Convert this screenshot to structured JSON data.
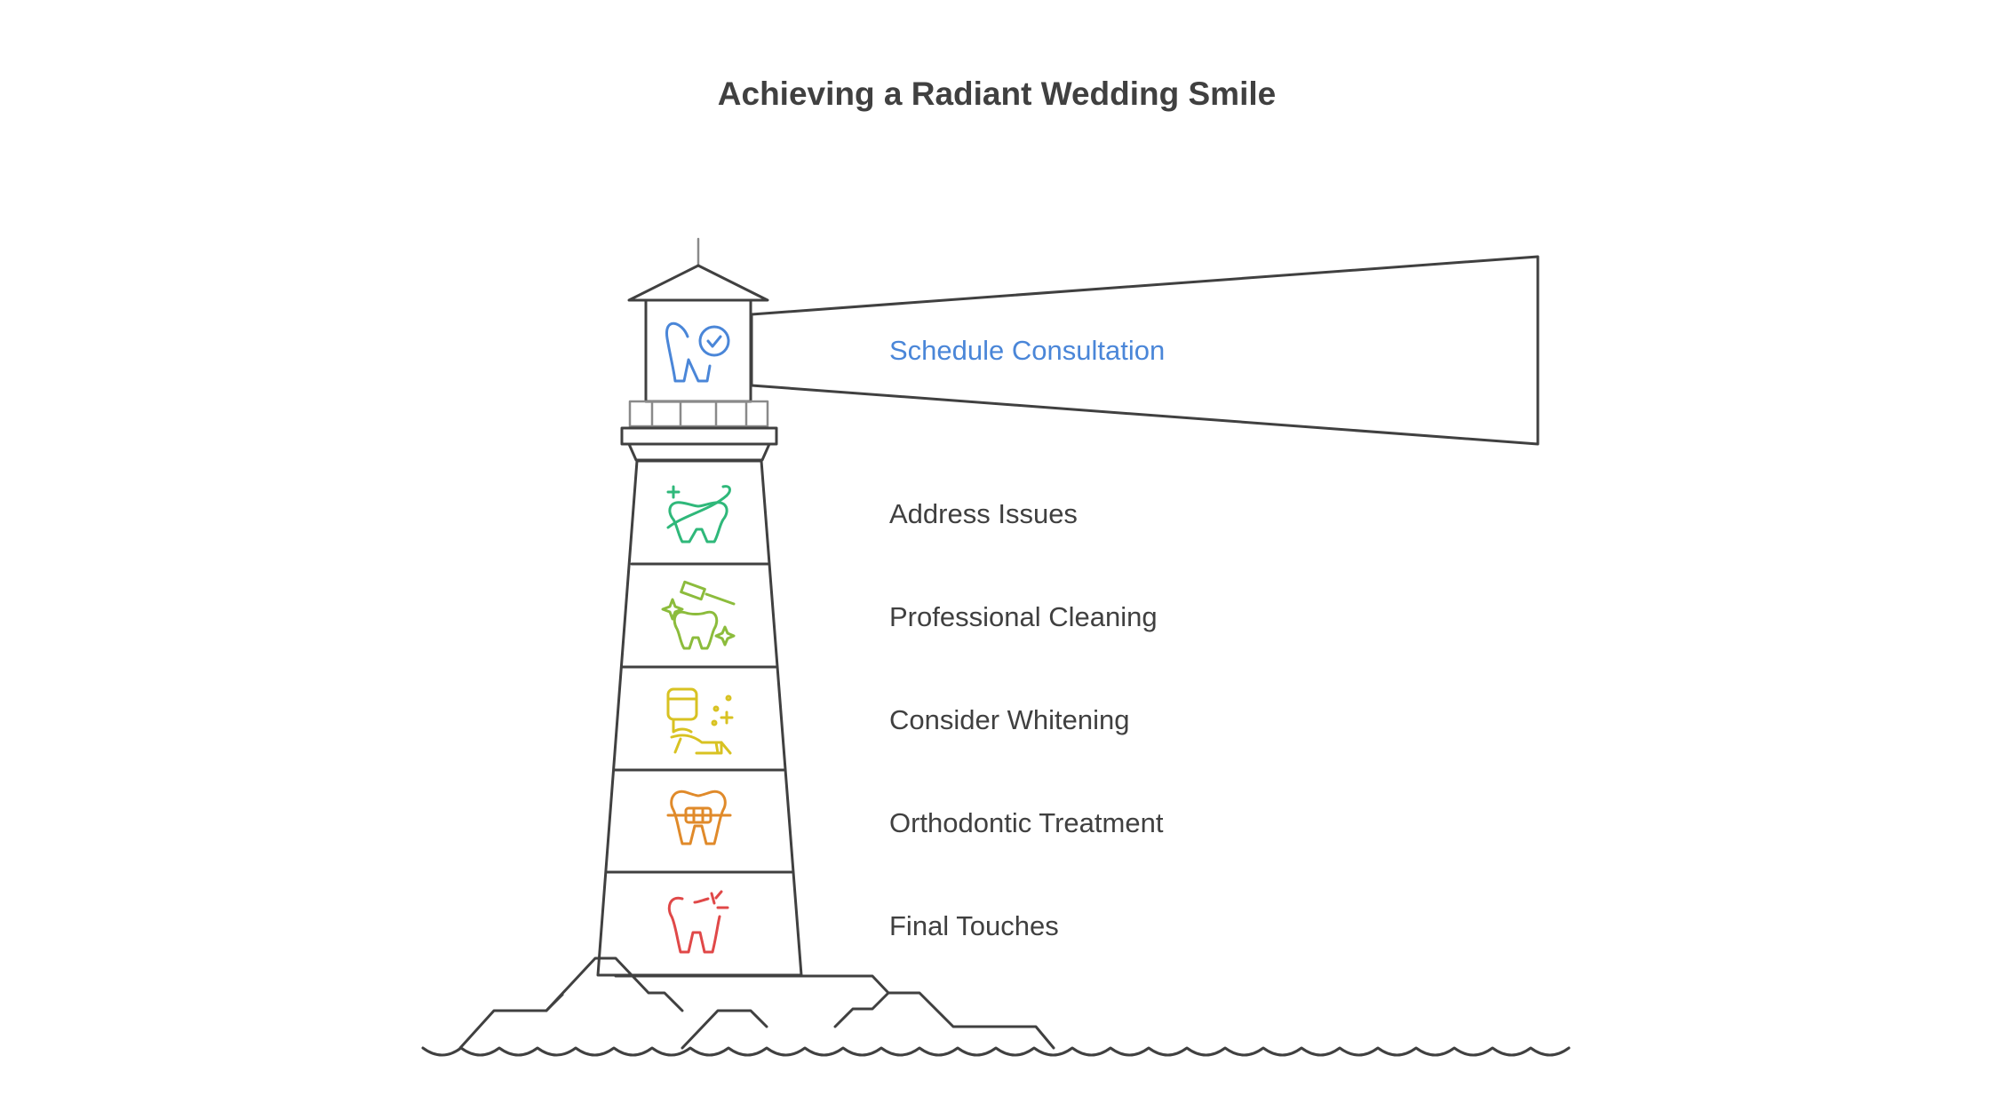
{
  "title": "Achieving a Radiant Wedding Smile",
  "steps": [
    {
      "label": "Schedule Consultation",
      "color": "#4a86d8",
      "icon": "tooth-check-icon"
    },
    {
      "label": "Address Issues",
      "color": "#2fb87a",
      "icon": "tooth-floss-icon"
    },
    {
      "label": "Professional Cleaning",
      "color": "#8cbc3c",
      "icon": "tooth-toothbrush-sparkle-icon"
    },
    {
      "label": "Consider Whitening",
      "color": "#d8c222",
      "icon": "dentist-patient-icon"
    },
    {
      "label": "Orthodontic Treatment",
      "color": "#e08a2a",
      "icon": "tooth-braces-icon"
    },
    {
      "label": "Final Touches",
      "color": "#e04848",
      "icon": "tooth-sparkle-icon"
    }
  ],
  "colors": {
    "outline": "#404040",
    "title": "#404040",
    "label_text": "#404040",
    "highlight_text": "#4a86d8"
  }
}
